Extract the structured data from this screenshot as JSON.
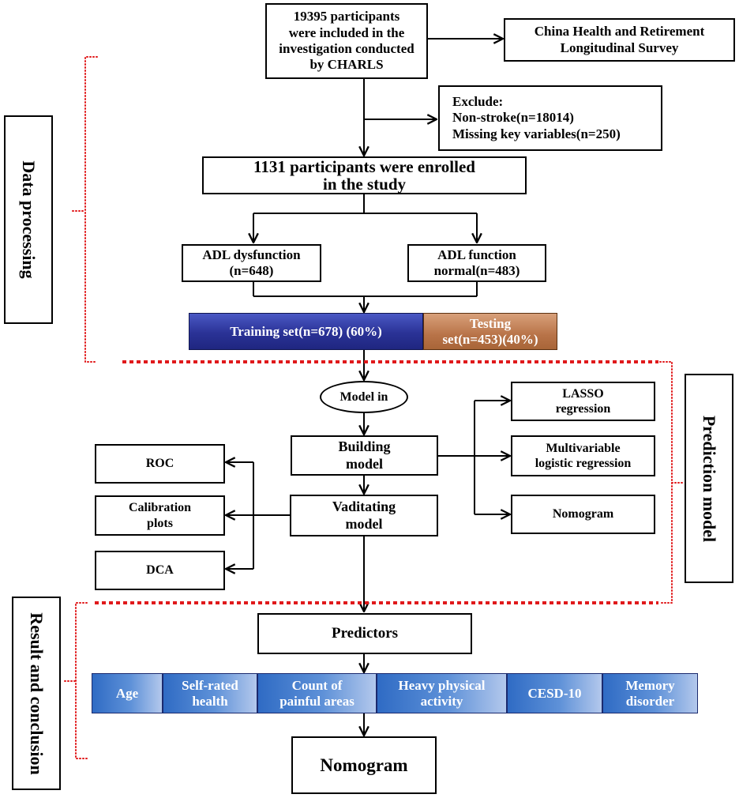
{
  "top": {
    "participants": "19395 participants\nwere included in the\ninvestigation conducted\nby CHARLS",
    "source": "China Health and Retirement\nLongitudinal Survey"
  },
  "exclude": {
    "title": "Exclude:",
    "lines": [
      "Non-stroke(n=18014)",
      "Missing key variables(n=250)"
    ]
  },
  "enrolled": "1131 participants were enrolled\nin the study",
  "groups": {
    "dysfunction": "ADL dysfunction\n(n=648)",
    "normal": "ADL function\nnormal(n=483)"
  },
  "split": {
    "training": "Training set(n=678) (60%)",
    "testing": "Testing\nset(n=453)(40%)"
  },
  "sections": {
    "data_processing": "Data processing",
    "prediction_model": "Prediction model",
    "result_conclusion": "Result and conclusion"
  },
  "model": {
    "model_in": "Model in",
    "building": "Building\nmodel",
    "validating": "Vaditating\nmodel"
  },
  "methods": {
    "lasso": "LASSO\nregression",
    "multivariable": "Multivariable\nlogistic regression",
    "nomogram": "Nomogram"
  },
  "validation": {
    "roc": "ROC",
    "calibration": "Calibration\nplots",
    "dca": "DCA"
  },
  "predictors_title": "Predictors",
  "predictors": [
    "Age",
    "Self-rated\nhealth",
    "Count of\npainful areas",
    "Heavy physical\nactivity",
    "CESD-10",
    "Memory\ndisorder"
  ],
  "final": "Nomogram",
  "colors": {
    "dotted_red": "#e0191b",
    "training_blue": "#2a3296",
    "testing_brown": "#b87348",
    "predictor_blue": "#2f6bc4"
  }
}
